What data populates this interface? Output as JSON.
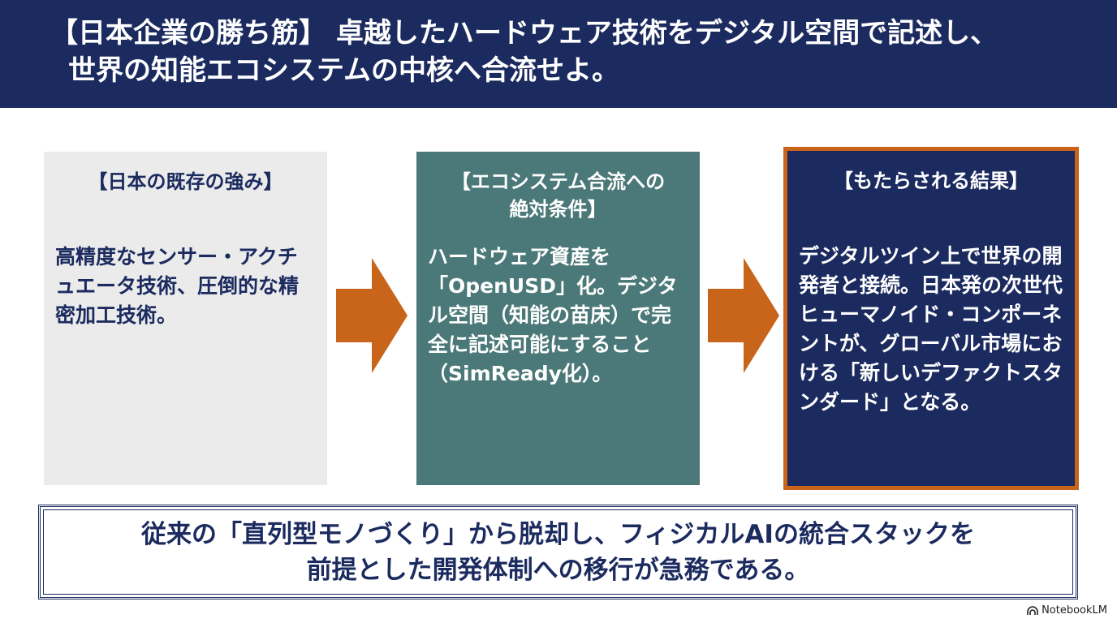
{
  "title": {
    "line1": "【日本企業の勝ち筋】 卓越したハードウェア技術をデジタル空間で記述し、",
    "line2": "世界の知能エコシステムの中核へ合流せよ。"
  },
  "steps": [
    {
      "heading": "【日本の既存の強み】",
      "body": "高精度なセンサー・アクチュエータ技術、圧倒的な精密加工技術。"
    },
    {
      "heading": "【エコシステム合流への絶対条件】",
      "body": "ハードウェア資産を「OpenUSD」化。デジタル空間（知能の苗床）で完全に記述可能にすること（SimReady化）。"
    },
    {
      "heading": "【もたらされる結果】",
      "body": "デジタルツイン上で世界の開発者と接続。日本発の次世代ヒューマノイド・コンポーネントが、グローバル市場における「新しいデファクトスタンダード」となる。"
    }
  ],
  "conclusion": {
    "line1": "従来の「直列型モノづくり」から脱却し、フィジカルAIの統合スタックを",
    "line2": "前提とした開発体制への移行が急務である。"
  },
  "branding": {
    "logo_text": "NotebookLM"
  },
  "colors": {
    "navy": "#1c2b5f",
    "teal": "#4b7878",
    "orange": "#c8651b",
    "gray": "#ebebeb"
  }
}
